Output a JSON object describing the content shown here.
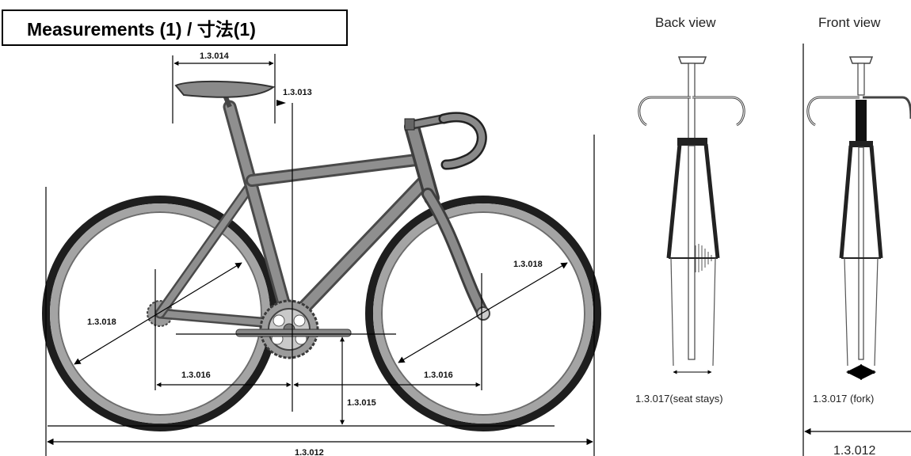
{
  "title": "Measurements (1) / 寸法(1)",
  "side_view": {
    "labels": {
      "saddle_length": "1.3.014",
      "saddle_offset": "1.3.013",
      "wheel_diameter_rear": "1.3.018",
      "wheel_diameter_front": "1.3.018",
      "axle_to_bb_rear": "1.3.016",
      "axle_to_bb_front": "1.3.016",
      "bb_height": "1.3.015",
      "overall_length": "1.3.012"
    }
  },
  "back_view": {
    "title": "Back view",
    "caption": "1.3.017(seat stays)"
  },
  "front_view": {
    "title": "Front view",
    "caption": "1.3.017 (fork)",
    "bottom_label": "1.3.012"
  }
}
